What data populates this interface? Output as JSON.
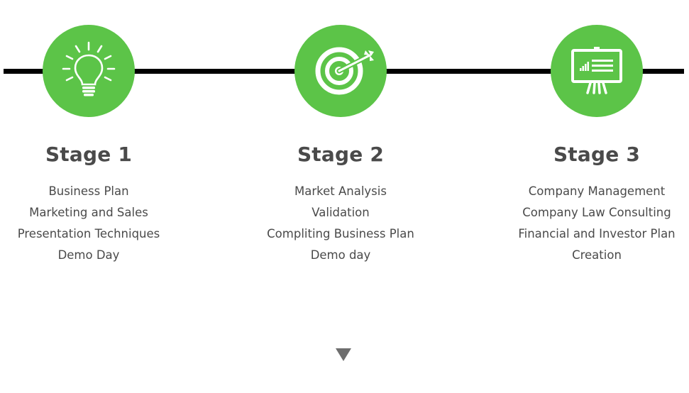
{
  "colors": {
    "accent": "#5cc448",
    "line": "#000000",
    "text": "#4a4a4a",
    "arrow": "#6e6e6e"
  },
  "stages": [
    {
      "title": "Stage 1",
      "icon": "lightbulb-icon",
      "items": [
        "Business Plan",
        "Marketing and Sales",
        "Presentation Techniques",
        "Demo Day"
      ]
    },
    {
      "title": "Stage 2",
      "icon": "target-icon",
      "items": [
        "Market Analysis",
        "Validation",
        "Compliting Business Plan",
        "Demo day"
      ]
    },
    {
      "title": "Stage 3",
      "icon": "presentation-board-icon",
      "items": [
        "Company Management",
        "Company Law Consulting",
        "Financial and Investor Plan",
        "Creation"
      ]
    }
  ],
  "scroll_indicator": {
    "icon": "triangle-down-icon"
  }
}
